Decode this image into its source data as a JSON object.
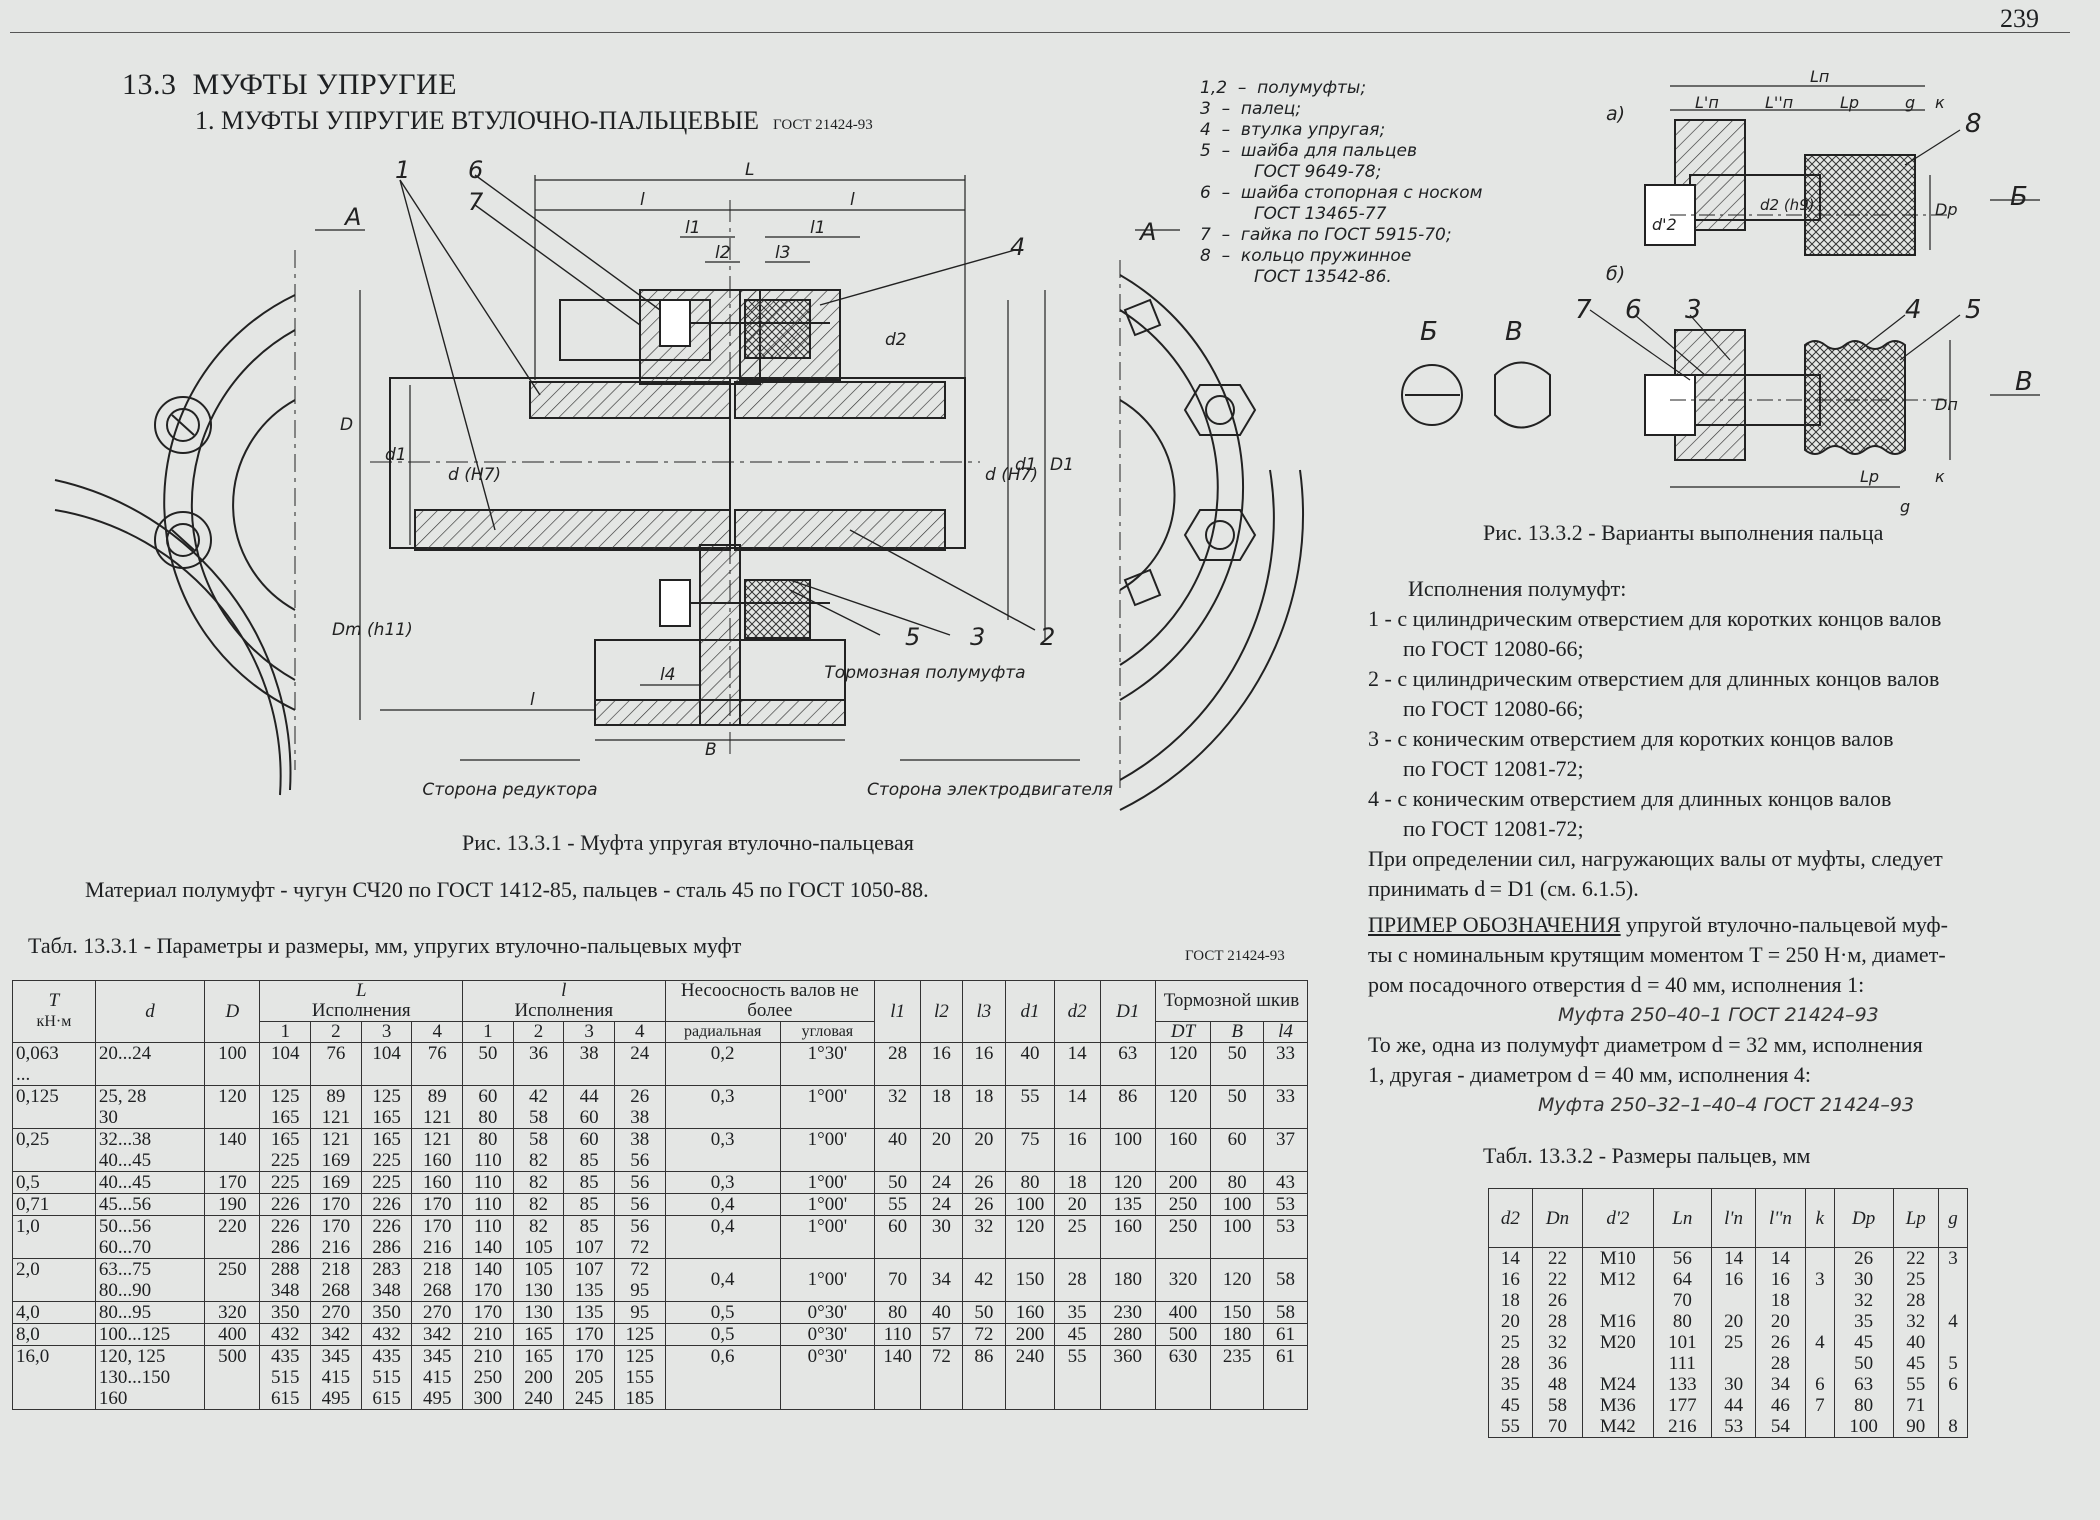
{
  "page_number": "239",
  "section": {
    "number": "13.3",
    "title": "МУФТЫ УПРУГИЕ"
  },
  "subsection": {
    "title": "1. МУФТЫ УПРУГИЕ ВТУЛОЧНО-ПАЛЬЦЕВЫЕ",
    "gost": "ГОСТ 21424-93"
  },
  "legend": [
    "1,2  –  полумуфты;",
    "3  –  палец;",
    "4  –  втулка упругая;",
    "5  –  шайба для пальцев",
    "          ГОСТ 9649-78;",
    "6  –  шайба стопорная с носком",
    "          ГОСТ 13465-77",
    "7  –  гайка по ГОСТ 5915-70;",
    "8  –  кольцо пружинное",
    "          ГОСТ 13542-86."
  ],
  "drawing1": {
    "view_labels": [
      "A",
      "A"
    ],
    "callouts": [
      "1",
      "6",
      "7",
      "4",
      "5",
      "3",
      "2"
    ],
    "dims": [
      "L",
      "l",
      "l",
      "l1",
      "l1",
      "l2",
      "l3",
      "d2",
      "D",
      "d1",
      "d (H7)",
      "d (H7)",
      "d1",
      "D1",
      "Dm (h11)",
      "l",
      "l4",
      "B"
    ],
    "brake_label": "Тормозная полумуфта",
    "side_left": "Сторона редуктора",
    "side_right": "Сторона электродвигателя"
  },
  "drawing2": {
    "variant_a": "а)",
    "variant_b": "б)",
    "callouts": [
      "8",
      "7",
      "6",
      "3",
      "4",
      "5"
    ],
    "dims": [
      "Lп",
      "L'п",
      "L''п",
      "Lр",
      "g",
      "к",
      "Dр",
      "Dп",
      "d'2",
      "d2 (h9)",
      "Lр",
      "к",
      "g"
    ],
    "section_labels": [
      "Б",
      "В",
      "Б",
      "В"
    ]
  },
  "fig1_caption": "Рис. 13.3.1 - Муфта упругая втулочно-пальцевая",
  "fig2_caption": "Рис. 13.3.2 - Варианты выполнения пальца",
  "material_note": "Материал полумуфт - чугун СЧ20 по ГОСТ 1412-85,  пальцев - сталь 45 по ГОСТ 1050-88.",
  "table1": {
    "caption": "Табл. 13.3.1 - Параметры и размеры, мм, упругих втулочно-пальцевых муфт",
    "gost": "ГОСТ 21424-93",
    "headers": {
      "T": "T",
      "T_unit": "кН·м",
      "d": "d",
      "D": "D",
      "L": "L",
      "l": "l",
      "exec": "Исполнения",
      "nums": [
        "1",
        "2",
        "3",
        "4"
      ],
      "misalign": "Несоосность валов не более",
      "radial": "радиальная",
      "angular": "угловая",
      "l1": "l1",
      "l2": "l2",
      "l3": "l3",
      "d1": "d1",
      "d2": "d2",
      "D1": "D1",
      "brake": "Тормозной шкив",
      "DT": "DT",
      "B": "B",
      "l4": "l4"
    },
    "rows": [
      {
        "T": [
          "0,063",
          "..."
        ],
        "d": [
          "20...24"
        ],
        "D": "100",
        "L1": [
          "104"
        ],
        "L2": [
          "76"
        ],
        "L3": [
          "104"
        ],
        "L4": [
          "76"
        ],
        "l1e": [
          "50"
        ],
        "l2e": [
          "36"
        ],
        "l3e": [
          "38"
        ],
        "l4e": [
          "24"
        ],
        "rad": "0,2",
        "ang": "1°30'",
        "l1": "28",
        "l2": "16",
        "l3": "16",
        "d1": "40",
        "d2": "14",
        "D1": "63",
        "DT": "120",
        "B": "50",
        "l4": "33"
      },
      {
        "T": [
          "0,125",
          ""
        ],
        "d": [
          "25, 28",
          "30"
        ],
        "D": "120",
        "L1": [
          "125",
          "165"
        ],
        "L2": [
          "89",
          "121"
        ],
        "L3": [
          "125",
          "165"
        ],
        "L4": [
          "89",
          "121"
        ],
        "l1e": [
          "60",
          "80"
        ],
        "l2e": [
          "42",
          "58"
        ],
        "l3e": [
          "44",
          "60"
        ],
        "l4e": [
          "26",
          "38"
        ],
        "rad": "0,3",
        "ang": "1°00'",
        "l1": "32",
        "l2": "18",
        "l3": "18",
        "d1": "55",
        "d2": "14",
        "D1": "86",
        "DT": "120",
        "B": "50",
        "l4": "33"
      },
      {
        "T": [
          "0,25",
          ""
        ],
        "d": [
          "32...38",
          "40...45"
        ],
        "D": "140",
        "L1": [
          "165",
          "225"
        ],
        "L2": [
          "121",
          "169"
        ],
        "L3": [
          "165",
          "225"
        ],
        "L4": [
          "121",
          "160"
        ],
        "l1e": [
          "80",
          "110"
        ],
        "l2e": [
          "58",
          "82"
        ],
        "l3e": [
          "60",
          "85"
        ],
        "l4e": [
          "38",
          "56"
        ],
        "rad": "0,3",
        "ang": "1°00'",
        "l1": "40",
        "l2": "20",
        "l3": "20",
        "d1": "75",
        "d2": "16",
        "D1": "100",
        "DT": "160",
        "B": "60",
        "l4": "37"
      },
      {
        "T": [
          "0,5"
        ],
        "d": [
          "40...45"
        ],
        "D": "170",
        "L1": [
          "225"
        ],
        "L2": [
          "169"
        ],
        "L3": [
          "225"
        ],
        "L4": [
          "160"
        ],
        "l1e": [
          "110"
        ],
        "l2e": [
          "82"
        ],
        "l3e": [
          "85"
        ],
        "l4e": [
          "56"
        ],
        "rad": "0,3",
        "ang": "1°00'",
        "l1": "50",
        "l2": "24",
        "l3": "26",
        "d1": "80",
        "d2": "18",
        "D1": "120",
        "DT": "200",
        "B": "80",
        "l4": "43"
      },
      {
        "T": [
          "0,71"
        ],
        "d": [
          "45...56"
        ],
        "D": "190",
        "L1": [
          "226"
        ],
        "L2": [
          "170"
        ],
        "L3": [
          "226"
        ],
        "L4": [
          "170"
        ],
        "l1e": [
          "110"
        ],
        "l2e": [
          "82"
        ],
        "l3e": [
          "85"
        ],
        "l4e": [
          "56"
        ],
        "rad": "0,4",
        "ang": "1°00'",
        "l1": "55",
        "l2": "24",
        "l3": "26",
        "d1": "100",
        "d2": "20",
        "D1": "135",
        "DT": "250",
        "B": "100",
        "l4": "53"
      },
      {
        "T": [
          "1,0",
          ""
        ],
        "d": [
          "50...56",
          "60...70"
        ],
        "D": "220",
        "L1": [
          "226",
          "286"
        ],
        "L2": [
          "170",
          "216"
        ],
        "L3": [
          "226",
          "286"
        ],
        "L4": [
          "170",
          "216"
        ],
        "l1e": [
          "110",
          "140"
        ],
        "l2e": [
          "82",
          "105"
        ],
        "l3e": [
          "85",
          "107"
        ],
        "l4e": [
          "56",
          "72"
        ],
        "rad": "0,4",
        "ang": "1°00'",
        "l1": "60",
        "l2": "30",
        "l3": "32",
        "d1": "120",
        "d2": "25",
        "D1": "160",
        "DT": "250",
        "B": "100",
        "l4": "53"
      },
      {
        "T": [
          "2,0",
          ""
        ],
        "d": [
          "63...75",
          "80...90"
        ],
        "D": "250",
        "L1": [
          "288",
          "348"
        ],
        "L2": [
          "218",
          "268"
        ],
        "L3": [
          "283",
          "348"
        ],
        "L4": [
          "218",
          "268"
        ],
        "l1e": [
          "140",
          "170"
        ],
        "l2e": [
          "105",
          "130"
        ],
        "l3e": [
          "107",
          "135"
        ],
        "l4e": [
          "72",
          "95"
        ],
        "rad": "0,4",
        "ang": "1°00'",
        "l1": "70",
        "l2": "34",
        "l3": "42",
        "d1": "150",
        "d2": "28",
        "D1": "180",
        "DT": "320",
        "B": "120",
        "l4": "58"
      },
      {
        "T": [
          "4,0"
        ],
        "d": [
          "80...95"
        ],
        "D": "320",
        "L1": [
          "350"
        ],
        "L2": [
          "270"
        ],
        "L3": [
          "350"
        ],
        "L4": [
          "270"
        ],
        "l1e": [
          "170"
        ],
        "l2e": [
          "130"
        ],
        "l3e": [
          "135"
        ],
        "l4e": [
          "95"
        ],
        "rad": "0,5",
        "ang": "0°30'",
        "l1": "80",
        "l2": "40",
        "l3": "50",
        "d1": "160",
        "d2": "35",
        "D1": "230",
        "DT": "400",
        "B": "150",
        "l4": "58"
      },
      {
        "T": [
          "8,0"
        ],
        "d": [
          "100...125"
        ],
        "D": "400",
        "L1": [
          "432"
        ],
        "L2": [
          "342"
        ],
        "L3": [
          "432"
        ],
        "L4": [
          "342"
        ],
        "l1e": [
          "210"
        ],
        "l2e": [
          "165"
        ],
        "l3e": [
          "170"
        ],
        "l4e": [
          "125"
        ],
        "rad": "0,5",
        "ang": "0°30'",
        "l1": "110",
        "l2": "57",
        "l3": "72",
        "d1": "200",
        "d2": "45",
        "D1": "280",
        "DT": "500",
        "B": "180",
        "l4": "61"
      },
      {
        "T": [
          "16,0",
          "",
          ""
        ],
        "d": [
          "120, 125",
          "130...150",
          "160"
        ],
        "D": "500",
        "L1": [
          "435",
          "515",
          "615"
        ],
        "L2": [
          "345",
          "415",
          "495"
        ],
        "L3": [
          "435",
          "515",
          "615"
        ],
        "L4": [
          "345",
          "415",
          "495"
        ],
        "l1e": [
          "210",
          "250",
          "300"
        ],
        "l2e": [
          "165",
          "200",
          "240"
        ],
        "l3e": [
          "170",
          "205",
          "245"
        ],
        "l4e": [
          "125",
          "155",
          "185"
        ],
        "rad": "0,6",
        "ang": "0°30'",
        "l1": "140",
        "l2": "72",
        "l3": "86",
        "d1": "240",
        "d2": "55",
        "D1": "360",
        "DT": "630",
        "B": "235",
        "l4": "61"
      }
    ]
  },
  "right_text": {
    "exec_title": "Исполнения полумуфт:",
    "exec_items": [
      "1 - с цилиндрическим отверстием для коротких концов валов",
      "по ГОСТ 12080-66;",
      "2 - с цилиндрическим отверстием для длинных концов валов",
      "по ГОСТ 12080-66;",
      "3 - с коническим отверстием для коротких концов валов",
      "по ГОСТ 12081-72;",
      "4 - с коническим отверстием для длинных концов валов",
      "по ГОСТ 12081-72;"
    ],
    "force_note_1": "При определении сил, нагружающих валы от муфты, следует",
    "force_note_2": "принимать   d = D1  (см. 6.1.5).",
    "example_head": "ПРИМЕР ОБОЗНАЧЕНИЯ",
    "example_1": " упругой втулочно-пальцевой муф-",
    "example_2": "ты с номинальным крутящим моментом  T = 250 Н·м, диамет-",
    "example_3": "ром посадочного отверстия  d = 40 мм, исполнения 1:",
    "designation_1": "Муфта  250–40–1          ГОСТ  21424–93",
    "same_1": "То же, одна из полумуфт диаметром   d = 32 мм, исполнения",
    "same_2": "1, другая - диаметром  d = 40 мм, исполнения 4:",
    "designation_2": "Муфта  250–32–1–40–4  ГОСТ  21424–93"
  },
  "table2": {
    "caption": "Табл. 13.3.2 - Размеры пальцев,  мм",
    "headers": [
      "d2",
      "Dп",
      "d'2",
      "Lп",
      "l'п",
      "l''п",
      "k",
      "Dр",
      "Lр",
      "g"
    ],
    "cols": {
      "d2": [
        "14",
        "16",
        "18",
        "20",
        "25",
        "28",
        "35",
        "45",
        "55"
      ],
      "Dp_": [
        "22",
        "22",
        "26",
        "28",
        "32",
        "36",
        "48",
        "58",
        "70"
      ],
      "d2p": [
        "M10",
        "M12",
        "",
        "M16",
        "M20",
        "",
        "M24",
        "M36",
        "M42"
      ],
      "Ln": [
        "56",
        "64",
        "70",
        "80",
        "101",
        "111",
        "133",
        "177",
        "216"
      ],
      "l1n": [
        "14",
        "16",
        "",
        "20",
        "25",
        "",
        "30",
        "44",
        "53"
      ],
      "l2n": [
        "14",
        "16",
        "18",
        "20",
        "26",
        "28",
        "34",
        "46",
        "54"
      ],
      "k": [
        "",
        "3",
        "",
        "",
        "4",
        "",
        "6",
        "7",
        ""
      ],
      "Dr": [
        "26",
        "30",
        "32",
        "35",
        "45",
        "50",
        "63",
        "80",
        "100"
      ],
      "Lr": [
        "22",
        "25",
        "28",
        "32",
        "40",
        "45",
        "55",
        "71",
        "90"
      ],
      "g": [
        "3",
        "",
        "",
        "4",
        "",
        "5",
        "6",
        "",
        "8"
      ]
    }
  }
}
